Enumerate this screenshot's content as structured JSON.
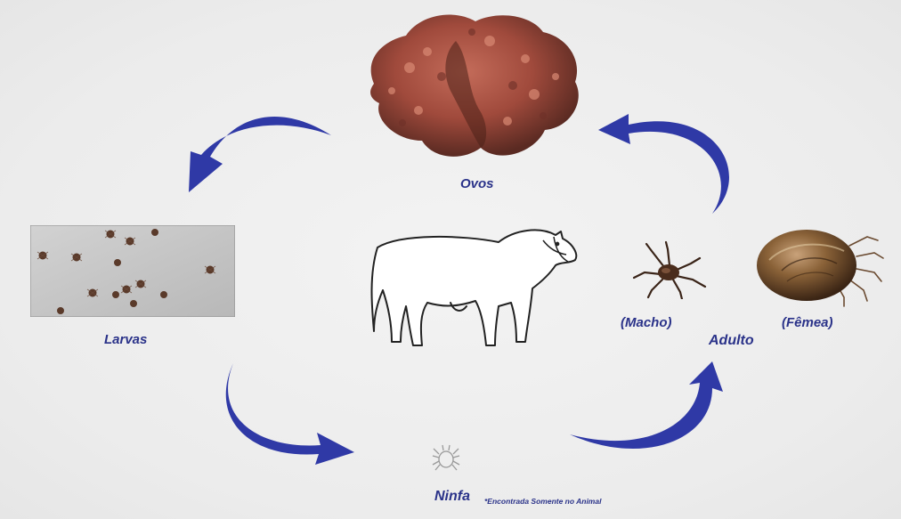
{
  "colors": {
    "arrow": "#2f39a6",
    "label": "#2a3289",
    "background": "#eeeeee"
  },
  "stages": {
    "eggs": {
      "label": "Ovos",
      "icon": "egg-mass-photo"
    },
    "larvae": {
      "label": "Larvas",
      "icon": "larvae-photo"
    },
    "nymph": {
      "label": "Ninfa",
      "note": "*Encontrada Somente no Animal",
      "icon": "nymph-tick-icon"
    },
    "adult": {
      "label": "Adulto",
      "icon": "adult-stage"
    },
    "male": {
      "label": "(Macho)",
      "icon": "male-tick-icon"
    },
    "female": {
      "label": "(Fêmea)",
      "icon": "female-tick-icon"
    },
    "host": {
      "icon": "cow-icon"
    }
  }
}
